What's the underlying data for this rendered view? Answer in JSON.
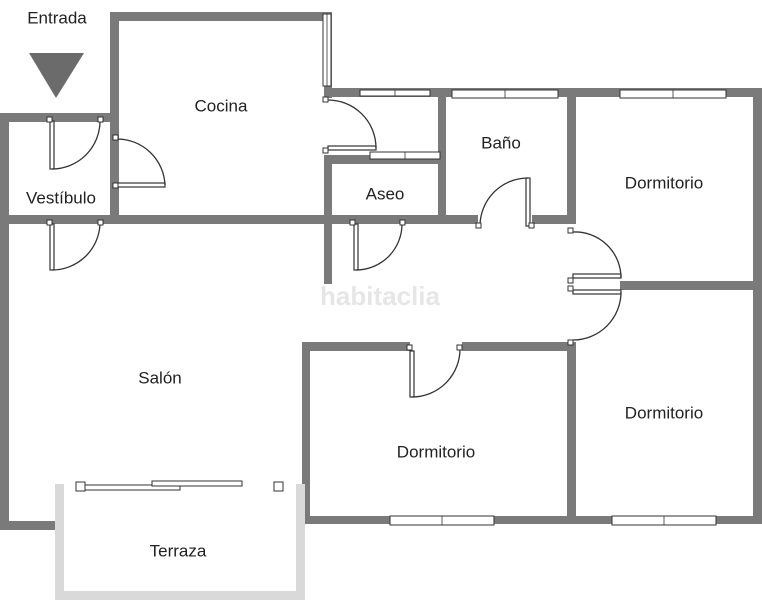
{
  "entrance": {
    "label": "Entrada",
    "arrow_icon": "triangle-down-icon"
  },
  "watermark": "habitaclia",
  "rooms": {
    "cocina": "Cocina",
    "vestibulo": "Vestíbulo",
    "aseo": "Aseo",
    "bano": "Baño",
    "dormitorio_1": "Dormitorio",
    "dormitorio_2": "Dormitorio",
    "dormitorio_3": "Dormitorio",
    "salon": "Salón",
    "terraza": "Terraza"
  },
  "colors": {
    "wall": "#7a7a7a",
    "terrace_wall": "#d9d9d9",
    "arrow": "#6b6b6b",
    "watermark": "#e6e6e6"
  }
}
